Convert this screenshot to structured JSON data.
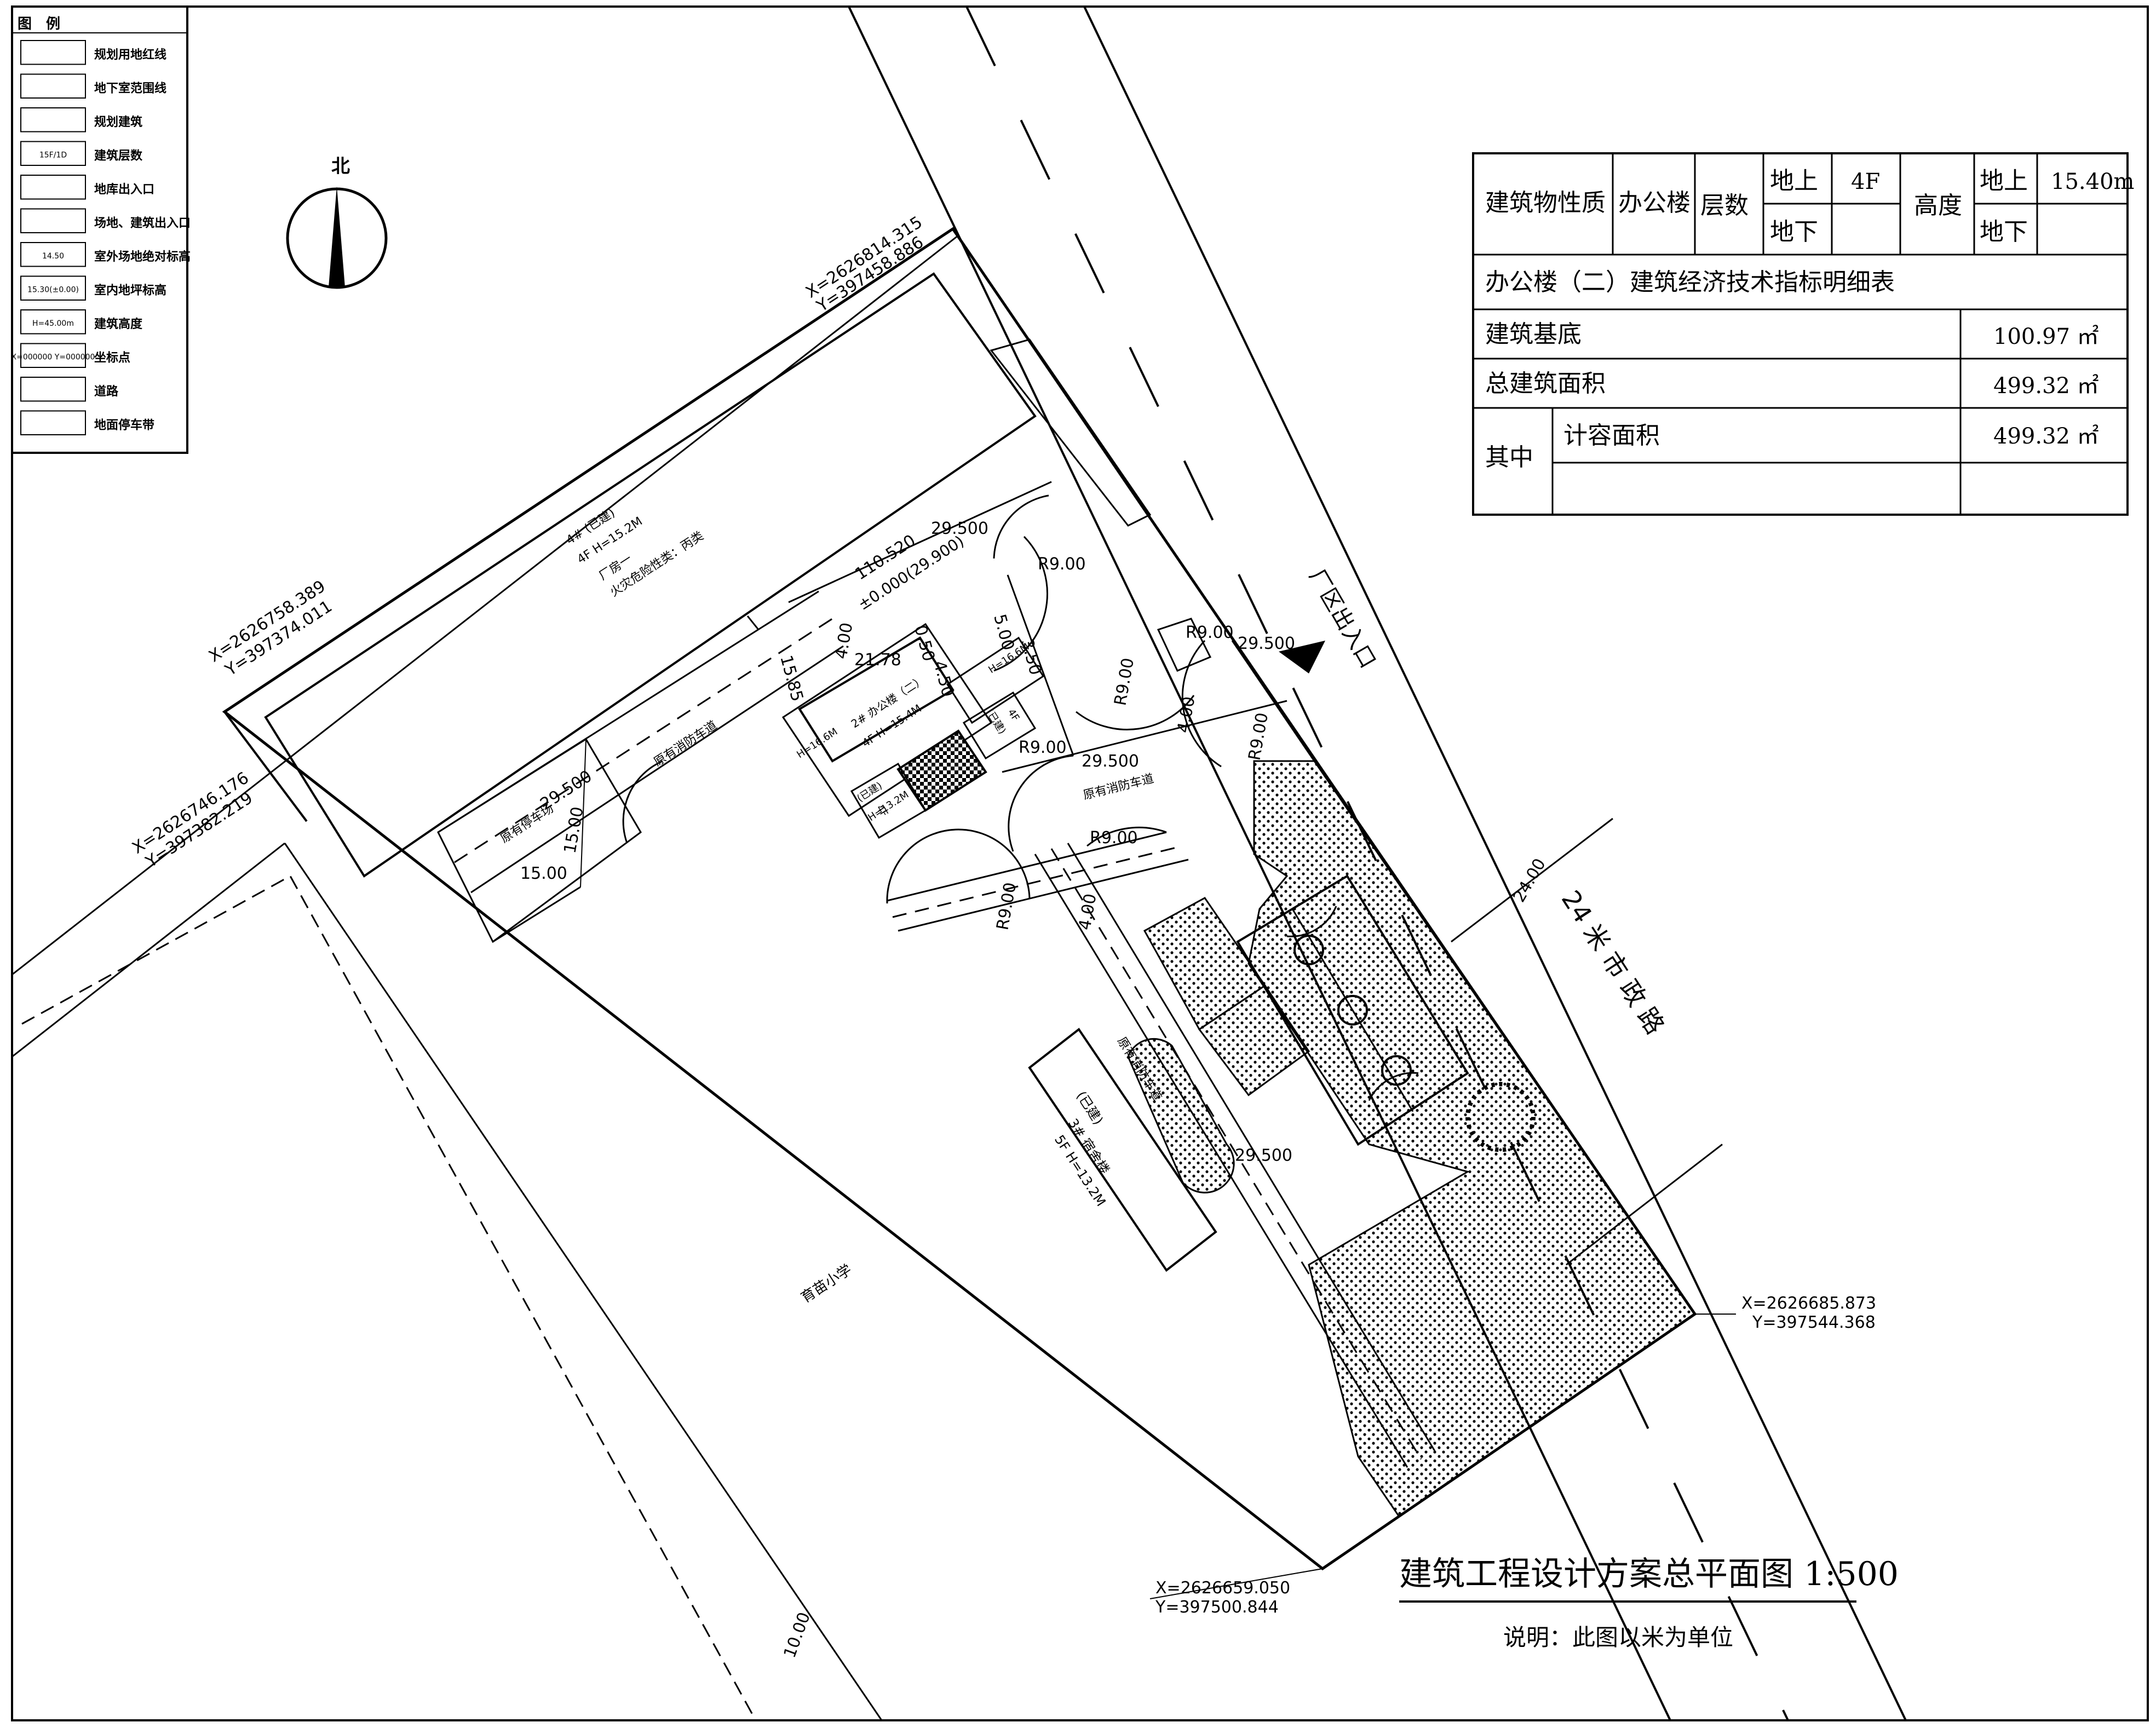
{
  "legend": {
    "header": "图　例",
    "items": [
      {
        "label": "规划用地红线",
        "sample": ""
      },
      {
        "label": "地下室范围线",
        "sample": ""
      },
      {
        "label": "规划建筑",
        "sample": ""
      },
      {
        "label": "建筑层数",
        "sample": "15F/1D"
      },
      {
        "label": "地库出入口",
        "sample": ""
      },
      {
        "label": "场地、建筑出入口",
        "sample": ""
      },
      {
        "label": "室外场地绝对标高",
        "sample": "14.50"
      },
      {
        "label": "室内地坪标高",
        "sample": "15.30(±0.00)"
      },
      {
        "label": "建筑高度",
        "sample": "H=45.00m"
      },
      {
        "label": "坐标点",
        "sample": "X=000000 Y=000000"
      },
      {
        "label": "道路",
        "sample": ""
      },
      {
        "label": "地面停车带",
        "sample": ""
      }
    ]
  },
  "north_label": "北",
  "info_table": {
    "nature_label": "建筑物性质",
    "nature_value": "办公楼",
    "floors_label": "层数",
    "above_label": "地上",
    "below_label": "地下",
    "floors_above": "4F",
    "floors_below": "",
    "height_label": "高度",
    "height_above": "15.40m",
    "height_below": "",
    "detail_title": "办公楼（二）建筑经济技术指标明细表",
    "base_label": "建筑基底",
    "base_value": "100.97 ㎡",
    "total_label": "总建筑面积",
    "total_value": "499.32 ㎡",
    "among_label": "其中",
    "calc_label": "计容面积",
    "calc_value": "499.32 ㎡"
  },
  "coordinates": {
    "c1_x": "X=2626814.315",
    "c1_y": "Y=397458.886",
    "c2_x": "X=2626758.389",
    "c2_y": "Y=397374.011",
    "c3_x": "X=2626746.176",
    "c3_y": "Y=397382.219",
    "c4_x": "X=2626685.873",
    "c4_y": "Y=397544.368",
    "c5_x": "X=2626659.050",
    "c5_y": "Y=397500.844"
  },
  "plan_labels": {
    "factory_1": "4# (已建)",
    "factory_2": "4F H=15.2M",
    "factory_3": "厂房一",
    "factory_4": "火灾危险性类：丙类",
    "fire_lane": "原有消防车道",
    "parking": "原有停车场",
    "dorm_1": "(已建)",
    "dorm_2": "3# 宿舍楼",
    "dorm_3": "5F H=13.2M",
    "school": "育苗小学",
    "gate": "厂区出入口",
    "road": "24 米 市 政 路",
    "office_1": "2# 办公楼（二）",
    "office_2": "4F H=15.4M",
    "bldg_a_1": "(已建)",
    "bldg_a_2": "4F",
    "bldg_a_3": "H=13.2M",
    "bldg_b_1": "(已建)",
    "bldg_b_2": "4F",
    "bldg_b_3": "H=16.6M",
    "bldg_c": "H=16.6M",
    "elev_1": "110.520",
    "elev_2": "±0.000(29.900)",
    "level_1": "29.500",
    "level_2": "29.500",
    "level_3": "29.500",
    "level_4": "29.500",
    "level_5": "29.500",
    "radius": "R9.00",
    "dim_400": "4.00",
    "dim_1500": "15.00",
    "dim_2400": "24.00",
    "dim_1000": "10.00",
    "dim_2178": "21.78",
    "dim_1585": "15.85",
    "dim_500": "5.00",
    "dim_350": "3.50",
    "dim_450": "4.50",
    "dim_050": "0.50"
  },
  "drawing_title": "建筑工程设计方案总平面图 1:500",
  "drawing_note": "说明：此图以米为单位"
}
